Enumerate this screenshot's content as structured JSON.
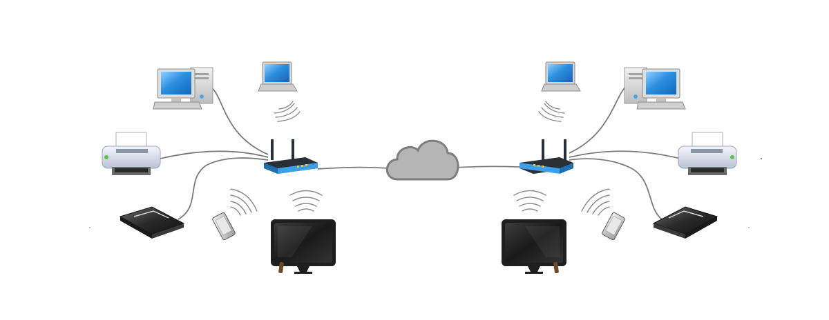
{
  "diagram": {
    "kind": "home-network-topology",
    "colors": {
      "background": "#ffffff",
      "cable": "#7a7a7a",
      "cloud_fill": "#b5b5b5",
      "cloud_stroke": "#7d7d7d",
      "router_body": "#2a2f36",
      "router_accent": "#3aa0e8",
      "screen_blue": "#2c8fe0",
      "tv_body": "#1e1e1e",
      "printer_body": "#dfe4ee",
      "wifi_waves": "#8a8a8a"
    },
    "networks": [
      {
        "id": "left",
        "router": {
          "icon": "wifi-router-icon"
        },
        "wired_devices": [
          "desktop-computer-icon",
          "printer-icon",
          "media-box-icon"
        ],
        "wireless_devices": [
          "laptop-icon",
          "smartphone-icon",
          "smart-tv-icon"
        ]
      },
      {
        "id": "right",
        "router": {
          "icon": "wifi-router-icon"
        },
        "wired_devices": [
          "desktop-computer-icon",
          "printer-icon",
          "media-box-icon"
        ],
        "wireless_devices": [
          "laptop-icon",
          "smartphone-icon",
          "smart-tv-icon"
        ]
      }
    ],
    "internet": {
      "icon": "cloud-icon"
    }
  }
}
